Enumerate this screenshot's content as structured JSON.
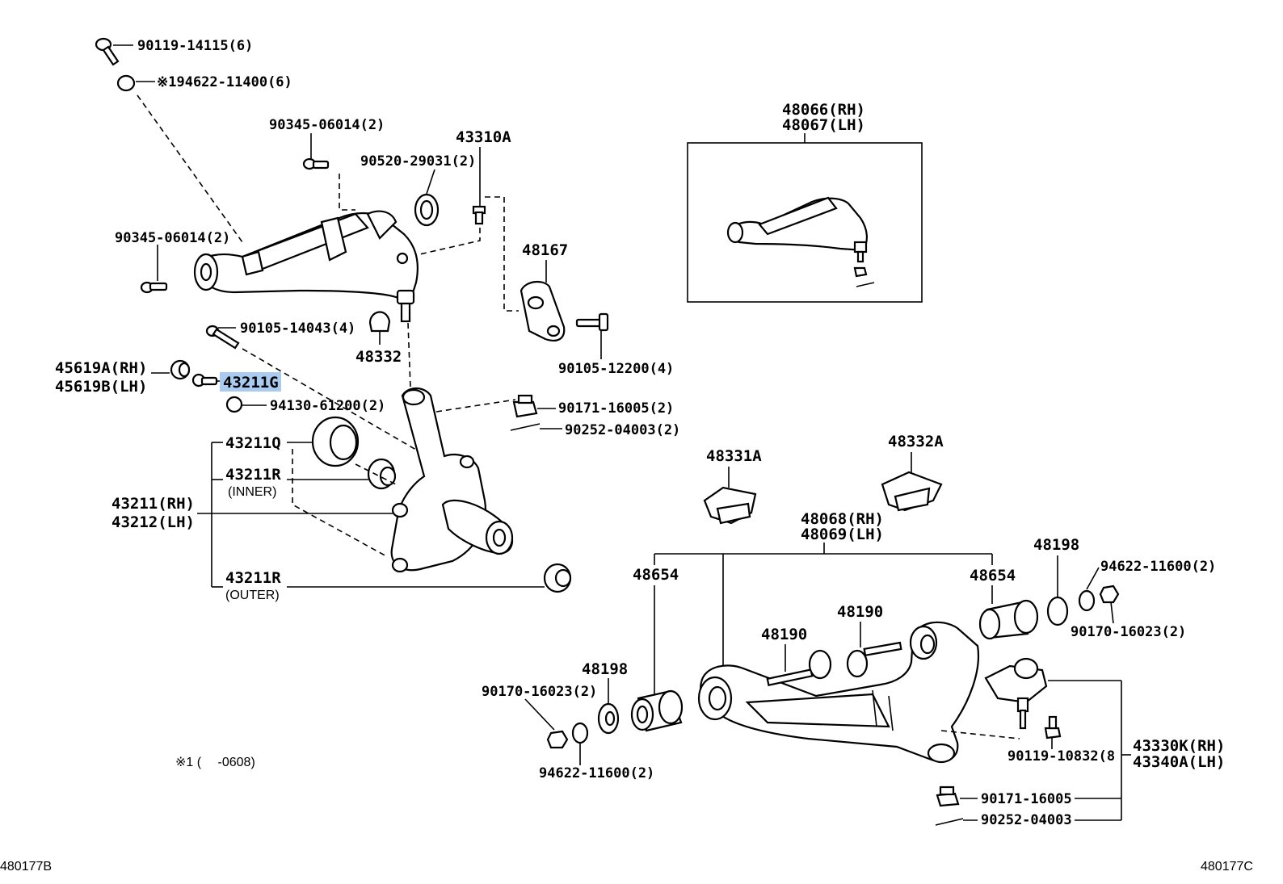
{
  "labels": {
    "p90119_14115": "90119-14115(6)",
    "p194622_11400": "※194622-11400(6)",
    "p90345_06014_top": "90345-06014(2)",
    "p43310A": "43310A",
    "p90520_29031": "90520-29031(2)",
    "p90345_06014_left": "90345-06014(2)",
    "p48167": "48167",
    "p90105_14043": "90105-14043(4)",
    "p48332": "48332",
    "p90105_12200": "90105-12200(4)",
    "p45619A": "45619A(RH)",
    "p45619B": "45619B(LH)",
    "p43211G": "43211G",
    "p94130_61200": "94130-61200(2)",
    "p90171_16005_top": "90171-16005(2)",
    "p90252_04003_top": "90252-04003(2)",
    "p43211Q": "43211Q",
    "p43211R_inner": "43211R",
    "inner": "(INNER)",
    "p43211": "43211(RH)",
    "p43212": "43212(LH)",
    "p43211R_outer": "43211R",
    "outer": "(OUTER)",
    "p48066": "48066(RH)",
    "p48067": "48067(LH)",
    "p48331A": "48331A",
    "p48332A": "48332A",
    "p48068": "48068(RH)",
    "p48069": "48069(LH)",
    "p48198_right": "48198",
    "p94622_11600_right": "94622-11600(2)",
    "p48654_left": "48654",
    "p48654_right": "48654",
    "p48190_a": "48190",
    "p48190_b": "48190",
    "p90170_16023_right": "90170-16023(2)",
    "p48198_left": "48198",
    "p90170_16023_left": "90170-16023(2)",
    "p94622_11600_left": "94622-11600(2)",
    "p90119_10832": "90119-10832(8",
    "p43330K": "43330K(RH)",
    "p43340A": "43340A(LH)",
    "p90171_16005_bottom": "90171-16005",
    "p90252_04003_bottom": "90252-04003",
    "note": "※1 (　 -0608)",
    "code_left": "480177B",
    "code_right": "480177C"
  },
  "highlight": {
    "part": "43211G",
    "color": "#a9cbf0"
  }
}
